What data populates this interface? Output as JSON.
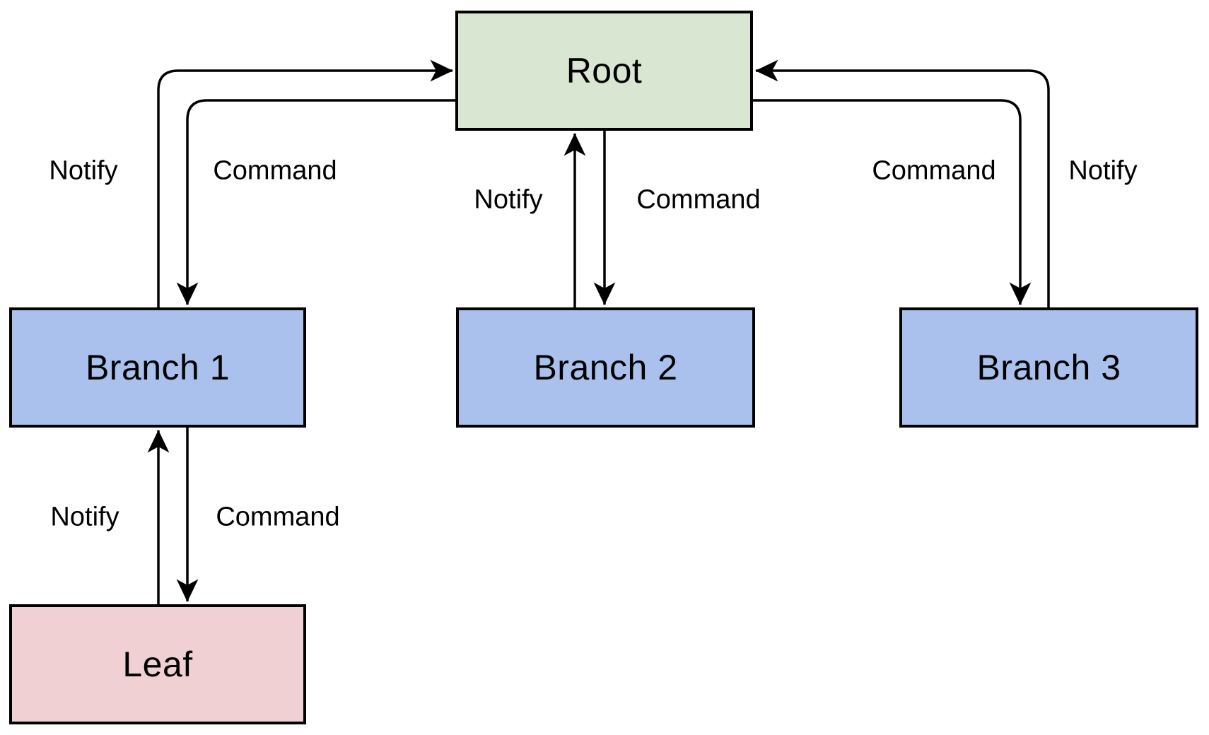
{
  "diagram": {
    "background": "#ffffff",
    "connector_color": "#000000",
    "node_border_color": "#000000",
    "nodes": {
      "root": {
        "label": "Root",
        "fill": "#d8e6d2"
      },
      "branch1": {
        "label": "Branch 1",
        "fill": "#a9c1ec"
      },
      "branch2": {
        "label": "Branch 2",
        "fill": "#a9c1ec"
      },
      "branch3": {
        "label": "Branch 3",
        "fill": "#a9c1ec"
      },
      "leaf": {
        "label": "Leaf",
        "fill": "#f0d0d2"
      }
    },
    "edges": [
      {
        "from": "branch1",
        "to": "root",
        "label": "Notify"
      },
      {
        "from": "root",
        "to": "branch1",
        "label": "Command"
      },
      {
        "from": "branch2",
        "to": "root",
        "label": "Notify"
      },
      {
        "from": "root",
        "to": "branch2",
        "label": "Command"
      },
      {
        "from": "branch3",
        "to": "root",
        "label": "Notify"
      },
      {
        "from": "root",
        "to": "branch3",
        "label": "Command"
      },
      {
        "from": "leaf",
        "to": "branch1",
        "label": "Notify"
      },
      {
        "from": "branch1",
        "to": "leaf",
        "label": "Command"
      }
    ]
  }
}
